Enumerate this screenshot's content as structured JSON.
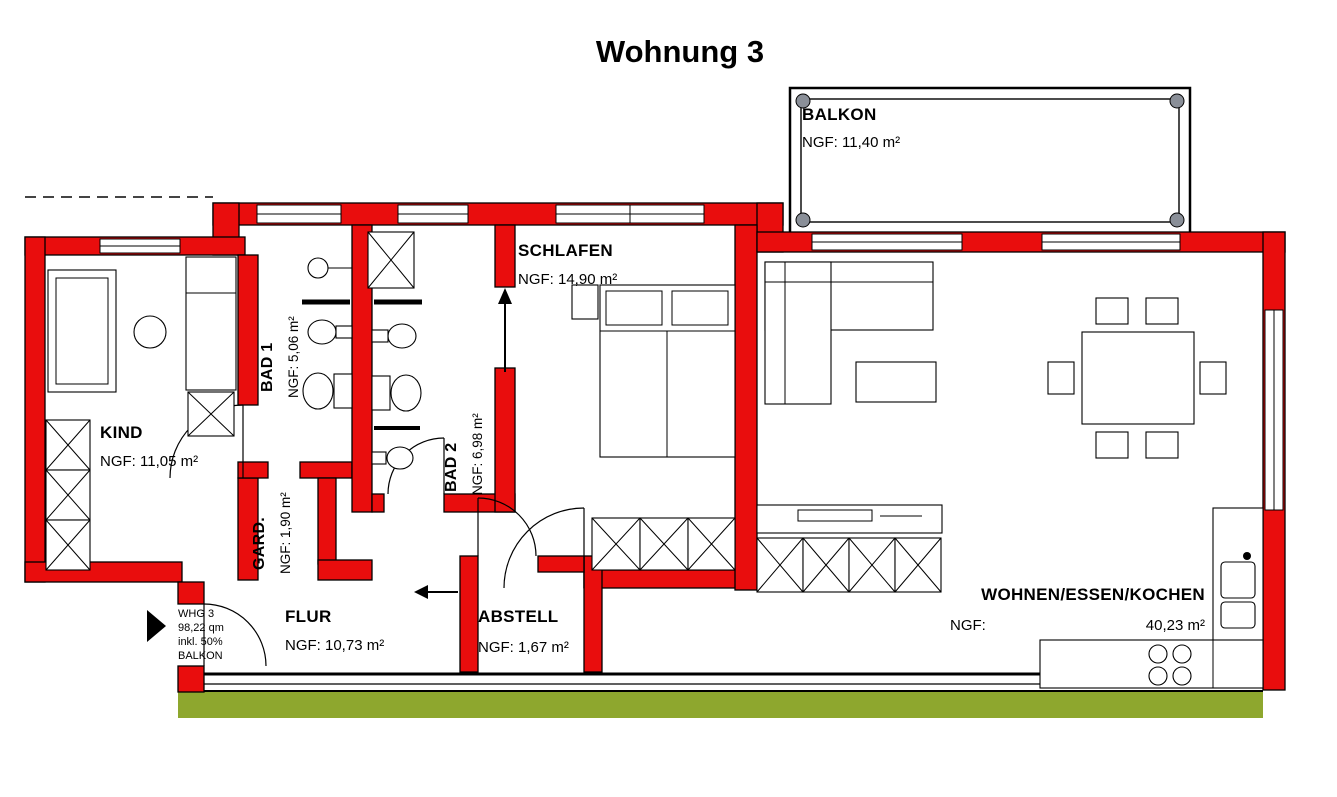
{
  "title": "Wohnung 3",
  "rooms": {
    "balkon": {
      "name": "BALKON",
      "area": "NGF: 11,40 m²"
    },
    "kind": {
      "name": "KIND",
      "area": "NGF: 11,05 m²"
    },
    "bad1": {
      "name": "BAD 1",
      "area": "NGF: 5,06 m²"
    },
    "bad2": {
      "name": "BAD 2",
      "area": "NGF: 6,98 m²"
    },
    "gard": {
      "name": "GARD.",
      "area": "NGF: 1,90 m²"
    },
    "schlafen": {
      "name": "SCHLAFEN",
      "area": "NGF: 14,90 m²"
    },
    "flur": {
      "name": "FLUR",
      "area": "NGF: 10,73 m²"
    },
    "abstell": {
      "name": "ABSTELL",
      "area": "NGF: 1,67 m²"
    },
    "wohnen": {
      "name": "WOHNEN/ESSEN/KOCHEN",
      "area_label": "NGF:",
      "area_value": "40,23 m²"
    }
  },
  "unit_marker": {
    "line1": "WHG 3",
    "line2": "98,22 qm",
    "line3": "inkl. 50%",
    "line4": "BALKON"
  },
  "colors": {
    "wall": "#e90d0d",
    "outline": "#000000",
    "lawn": "#8ea72e",
    "background": "#ffffff"
  }
}
